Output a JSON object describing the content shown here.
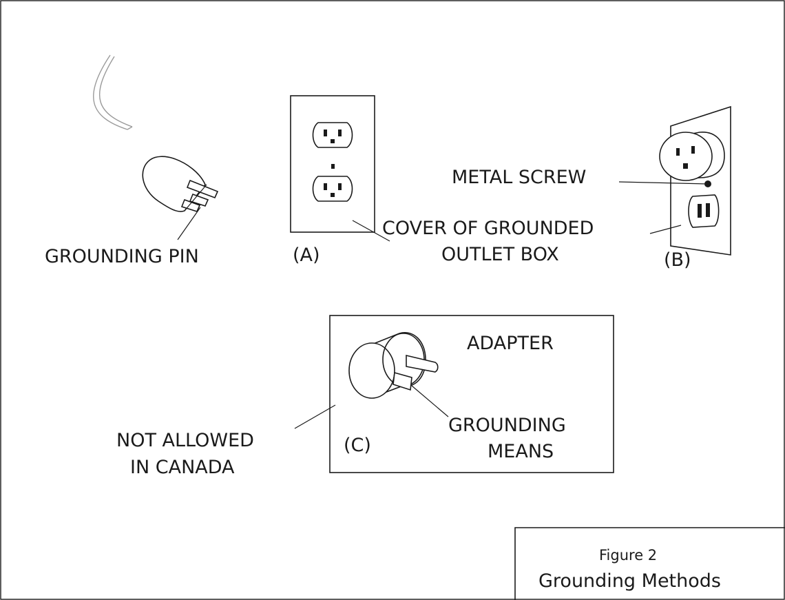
{
  "figure": {
    "number": "Figure 2",
    "title": "Grounding Methods"
  },
  "labels": {
    "grounding_pin": "GROUNDING PIN",
    "outlet_a": "(A)",
    "cover_line1": "COVER OF GROUNDED",
    "cover_line2": "OUTLET BOX",
    "metal_screw": "METAL SCREW",
    "outlet_b": "(B)",
    "adapter": "ADAPTER",
    "grounding_means_line1": "GROUNDING",
    "grounding_means_line2": "MEANS",
    "adapter_c": "(C)",
    "not_allowed_line1": "NOT ALLOWED",
    "not_allowed_line2": "IN CANADA"
  },
  "icons": [
    "power-cord-icon",
    "three-prong-plug-icon",
    "duplex-outlet-icon",
    "wall-outlet-icon",
    "adapter-plug-icon"
  ]
}
